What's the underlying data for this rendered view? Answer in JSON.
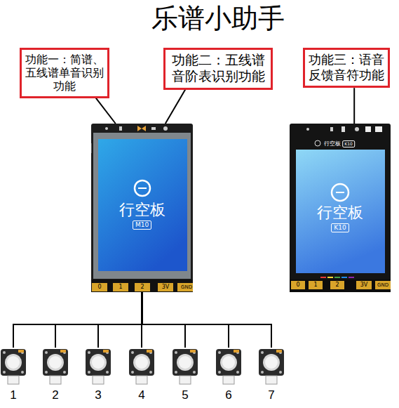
{
  "diagram": {
    "title": "乐谱小助手",
    "nodes": [
      {
        "text": [
          "功能一：简谱、五线谱单音识别功能"
        ]
      },
      {
        "text": [
          "功能二：五线谱音阶表识别功能"
        ]
      },
      {
        "text": [
          "功能三：语音反馈音符功能"
        ]
      },
      {
        "text": [
          "行空板",
          "M10"
        ]
      },
      {
        "text": [
          "行空板",
          "K10"
        ]
      },
      {
        "text": [
          "1"
        ]
      },
      {
        "text": [
          "2"
        ]
      },
      {
        "text": [
          "3"
        ]
      },
      {
        "text": [
          "4"
        ]
      },
      {
        "text": [
          "5"
        ]
      },
      {
        "text": [
          "6"
        ]
      },
      {
        "text": [
          "7"
        ]
      }
    ],
    "edges": [
      {
        "from": 0,
        "to": 3,
        "arrow": "none"
      },
      {
        "from": 1,
        "to": 3,
        "arrow": "none"
      },
      {
        "from": 2,
        "to": 4,
        "arrow": "none"
      },
      {
        "from": 3,
        "to": 5,
        "arrow": "none"
      },
      {
        "from": 3,
        "to": 6,
        "arrow": "none"
      },
      {
        "from": 3,
        "to": 7,
        "arrow": "none"
      },
      {
        "from": 3,
        "to": 8,
        "arrow": "none"
      },
      {
        "from": 3,
        "to": 9,
        "arrow": "none"
      },
      {
        "from": 3,
        "to": 10,
        "arrow": "none"
      },
      {
        "from": 3,
        "to": 11,
        "arrow": "none"
      }
    ],
    "labels": [
      "0",
      "1",
      "2",
      "3V",
      "GND",
      "行空板",
      "K10",
      "0",
      "1",
      "2",
      "3V",
      "GND"
    ]
  }
}
